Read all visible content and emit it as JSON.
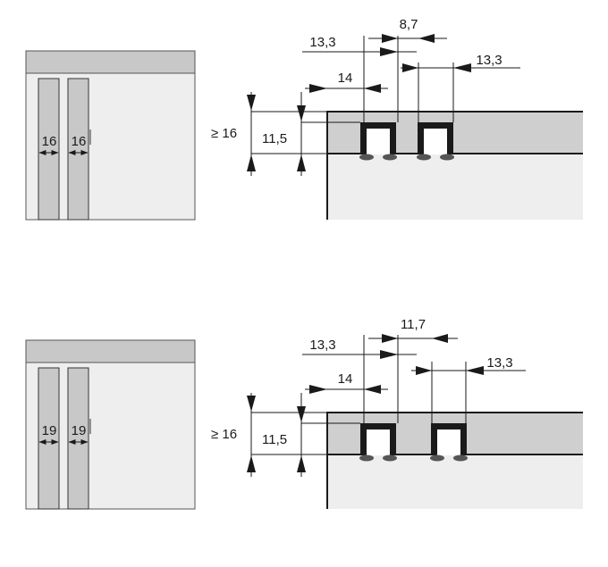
{
  "colors": {
    "panel_fill": "#eeeeef",
    "header_fill": "#c8c8c9",
    "door_fill": "#c8c8c9",
    "rail_fill": "#cfcfd0",
    "stroke": "#1a1a1a",
    "track_fill": "#ffffff"
  },
  "diagrams": [
    {
      "front_view": {
        "door_left_label": "16",
        "door_right_label": "16"
      },
      "section": {
        "label_ge16": "≥ 16",
        "label_11_5": "11,5",
        "label_14": "14",
        "label_13_3_left": "13,3",
        "label_track_gap": "8,7",
        "label_13_3_right": "13,3"
      }
    },
    {
      "front_view": {
        "door_left_label": "19",
        "door_right_label": "19"
      },
      "section": {
        "label_ge16": "≥ 16",
        "label_11_5": "11,5",
        "label_14": "14",
        "label_13_3_left": "13,3",
        "label_track_gap": "11,7",
        "label_13_3_right": "13,3"
      }
    }
  ]
}
